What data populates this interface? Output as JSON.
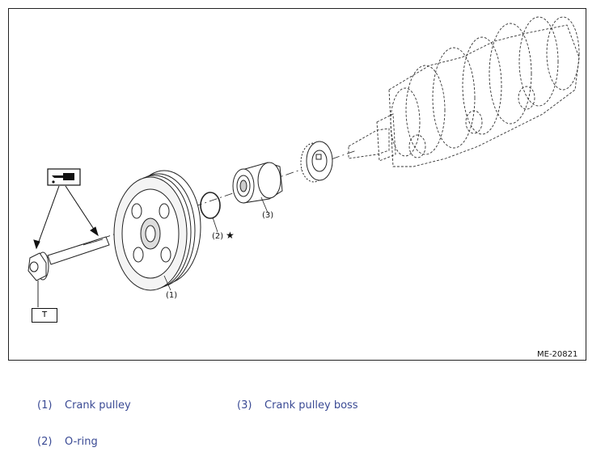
{
  "diagram": {
    "callouts": {
      "part1": "(1)",
      "part2": "(2)",
      "part2_mark": "★",
      "part3": "(3)",
      "torque": "T"
    },
    "figure_id": "ME-20821",
    "icons": [
      "oil-can-icon"
    ]
  },
  "legend": [
    {
      "num": "(1)",
      "label": "Crank pulley"
    },
    {
      "num": "(2)",
      "label": "O-ring"
    },
    {
      "num": "(3)",
      "label": "Crank pulley boss"
    }
  ]
}
